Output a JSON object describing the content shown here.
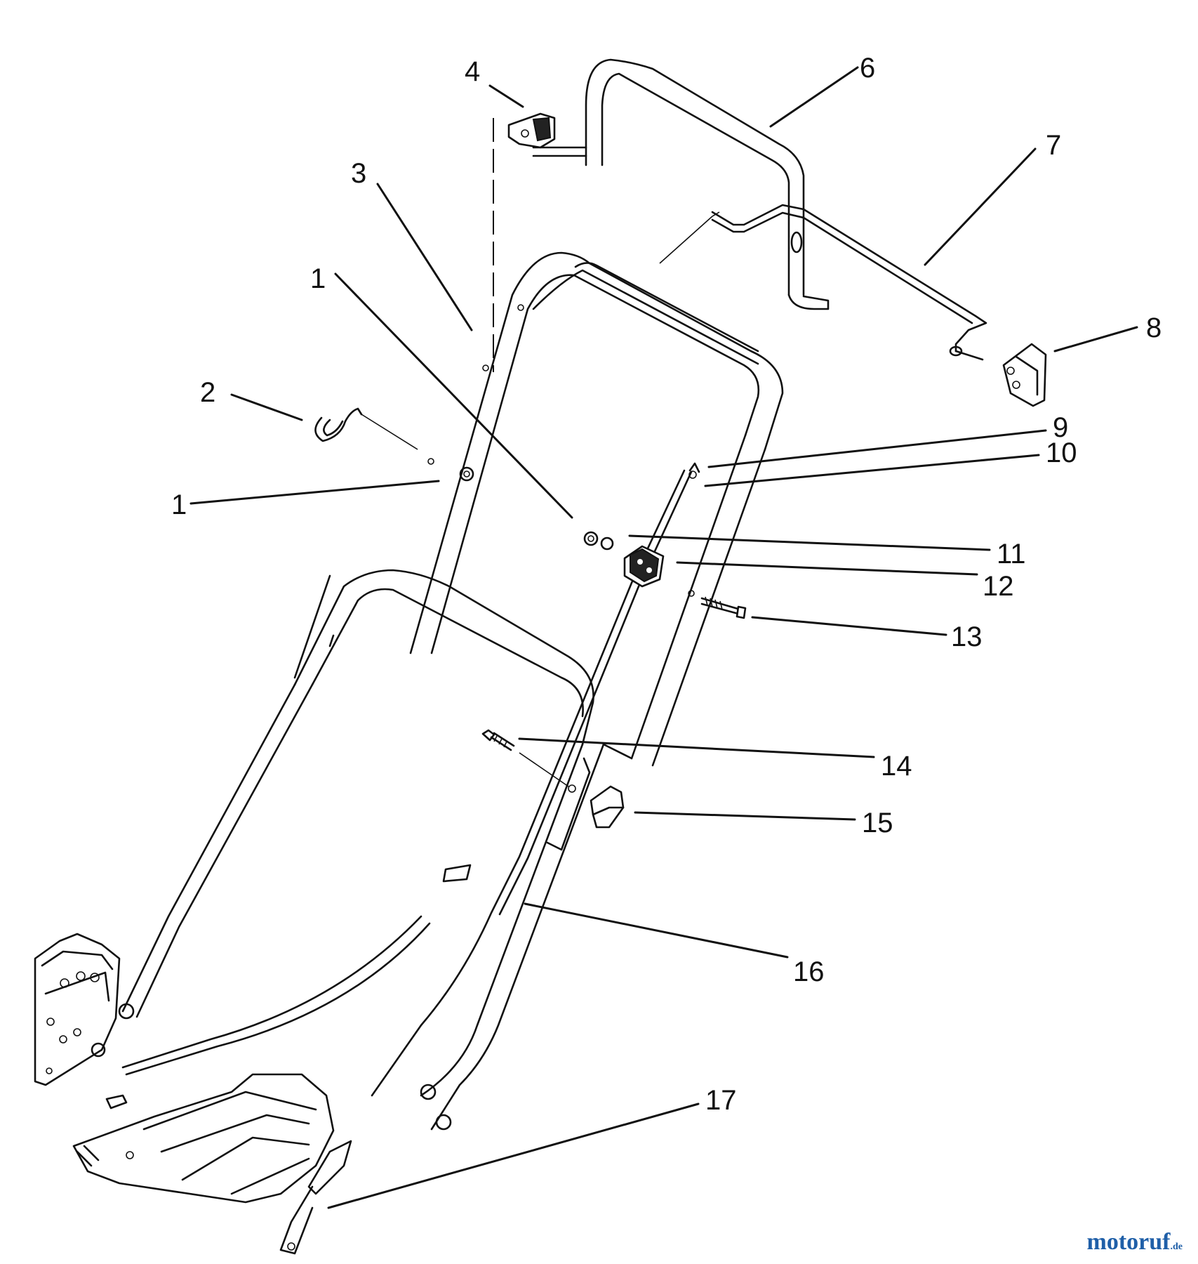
{
  "callouts": [
    {
      "id": "c4",
      "text": "4"
    },
    {
      "id": "c6",
      "text": "6"
    },
    {
      "id": "c7",
      "text": "7"
    },
    {
      "id": "c3",
      "text": "3"
    },
    {
      "id": "c1a",
      "text": "1"
    },
    {
      "id": "c8",
      "text": "8"
    },
    {
      "id": "c2",
      "text": "2"
    },
    {
      "id": "c9",
      "text": "9"
    },
    {
      "id": "c10",
      "text": "10"
    },
    {
      "id": "c1b",
      "text": "1"
    },
    {
      "id": "c11",
      "text": "11"
    },
    {
      "id": "c12",
      "text": "12"
    },
    {
      "id": "c13",
      "text": "13"
    },
    {
      "id": "c14",
      "text": "14"
    },
    {
      "id": "c15",
      "text": "15"
    },
    {
      "id": "c16",
      "text": "16"
    },
    {
      "id": "c17",
      "text": "17"
    }
  ],
  "watermark": {
    "brand": "motoruf",
    "suffix": ".de"
  }
}
